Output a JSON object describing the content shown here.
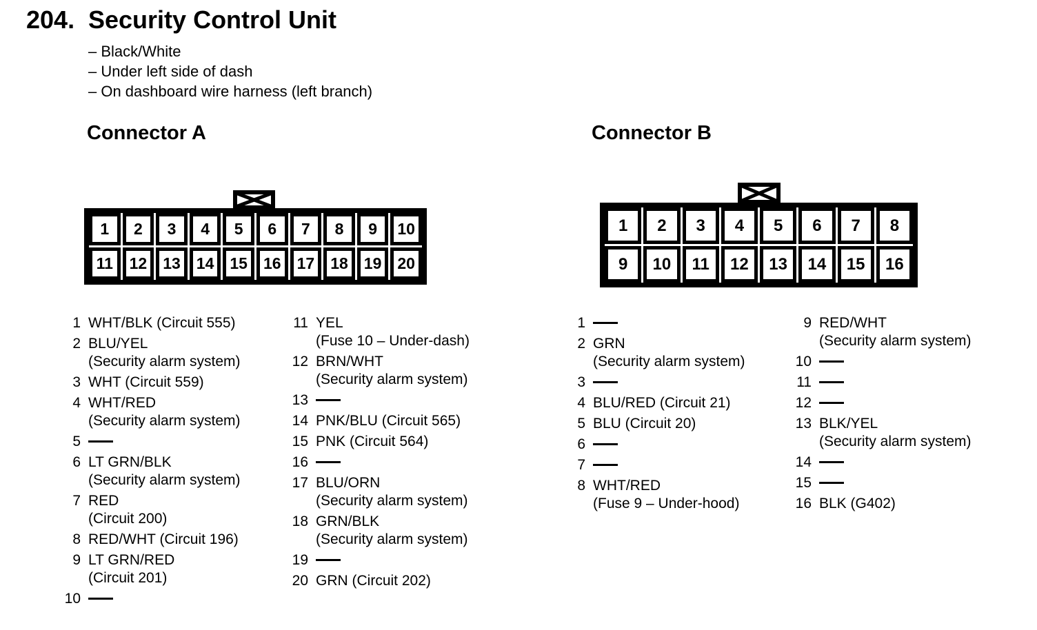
{
  "colors": {
    "ink": "#000000",
    "paper": "#ffffff"
  },
  "header": {
    "number": "204.",
    "title": "Security Control Unit",
    "notes": [
      "– Black/White",
      "– Under left side of dash",
      "– On dashboard wire harness (left branch)"
    ]
  },
  "connectors": [
    {
      "label": "Connector A",
      "pin_rows": [
        [
          "1",
          "2",
          "3",
          "4",
          "5",
          "6",
          "7",
          "8",
          "9",
          "10"
        ],
        [
          "11",
          "12",
          "13",
          "14",
          "15",
          "16",
          "17",
          "18",
          "19",
          "20"
        ]
      ],
      "left": [
        {
          "num": "1",
          "lines": [
            "WHT/BLK (Circuit 555)"
          ]
        },
        {
          "num": "2",
          "lines": [
            "BLU/YEL",
            "(Security alarm system)"
          ]
        },
        {
          "num": "3",
          "lines": [
            "WHT (Circuit 559)"
          ]
        },
        {
          "num": "4",
          "lines": [
            "WHT/RED",
            "(Security alarm system)"
          ]
        },
        {
          "num": "5",
          "lines": []
        },
        {
          "num": "6",
          "lines": [
            "LT GRN/BLK",
            "(Security alarm system)"
          ]
        },
        {
          "num": "7",
          "lines": [
            "RED",
            "(Circuit 200)"
          ]
        },
        {
          "num": "8",
          "lines": [
            "RED/WHT (Circuit 196)"
          ]
        },
        {
          "num": "9",
          "lines": [
            "LT GRN/RED",
            "(Circuit 201)"
          ]
        },
        {
          "num": "10",
          "lines": []
        }
      ],
      "right": [
        {
          "num": "11",
          "lines": [
            "YEL",
            "(Fuse 10 – Under-dash)"
          ]
        },
        {
          "num": "12",
          "lines": [
            "BRN/WHT",
            "(Security alarm system)"
          ]
        },
        {
          "num": "13",
          "lines": []
        },
        {
          "num": "14",
          "lines": [
            "PNK/BLU (Circuit 565)"
          ]
        },
        {
          "num": "15",
          "lines": [
            "PNK (Circuit 564)"
          ]
        },
        {
          "num": "16",
          "lines": []
        },
        {
          "num": "17",
          "lines": [
            "BLU/ORN",
            "(Security alarm system)"
          ]
        },
        {
          "num": "18",
          "lines": [
            "GRN/BLK",
            "(Security alarm system)"
          ]
        },
        {
          "num": "19",
          "lines": []
        },
        {
          "num": "20",
          "lines": [
            "GRN (Circuit 202)"
          ]
        }
      ]
    },
    {
      "label": "Connector B",
      "pin_rows": [
        [
          "1",
          "2",
          "3",
          "4",
          "5",
          "6",
          "7",
          "8"
        ],
        [
          "9",
          "10",
          "11",
          "12",
          "13",
          "14",
          "15",
          "16"
        ]
      ],
      "left": [
        {
          "num": "1",
          "lines": []
        },
        {
          "num": "2",
          "lines": [
            "GRN",
            "(Security alarm system)"
          ]
        },
        {
          "num": "3",
          "lines": []
        },
        {
          "num": "4",
          "lines": [
            "BLU/RED (Circuit 21)"
          ]
        },
        {
          "num": "5",
          "lines": [
            "BLU (Circuit 20)"
          ]
        },
        {
          "num": "6",
          "lines": []
        },
        {
          "num": "7",
          "lines": []
        },
        {
          "num": "8",
          "lines": [
            "WHT/RED",
            "(Fuse 9 – Under-hood)"
          ]
        }
      ],
      "right": [
        {
          "num": "9",
          "lines": [
            "RED/WHT",
            "(Security alarm system)"
          ]
        },
        {
          "num": "10",
          "lines": []
        },
        {
          "num": "11",
          "lines": []
        },
        {
          "num": "12",
          "lines": []
        },
        {
          "num": "13",
          "lines": [
            "BLK/YEL",
            "(Security alarm system)"
          ]
        },
        {
          "num": "14",
          "lines": []
        },
        {
          "num": "15",
          "lines": []
        },
        {
          "num": "16",
          "lines": [
            "BLK (G402)"
          ]
        }
      ]
    }
  ]
}
